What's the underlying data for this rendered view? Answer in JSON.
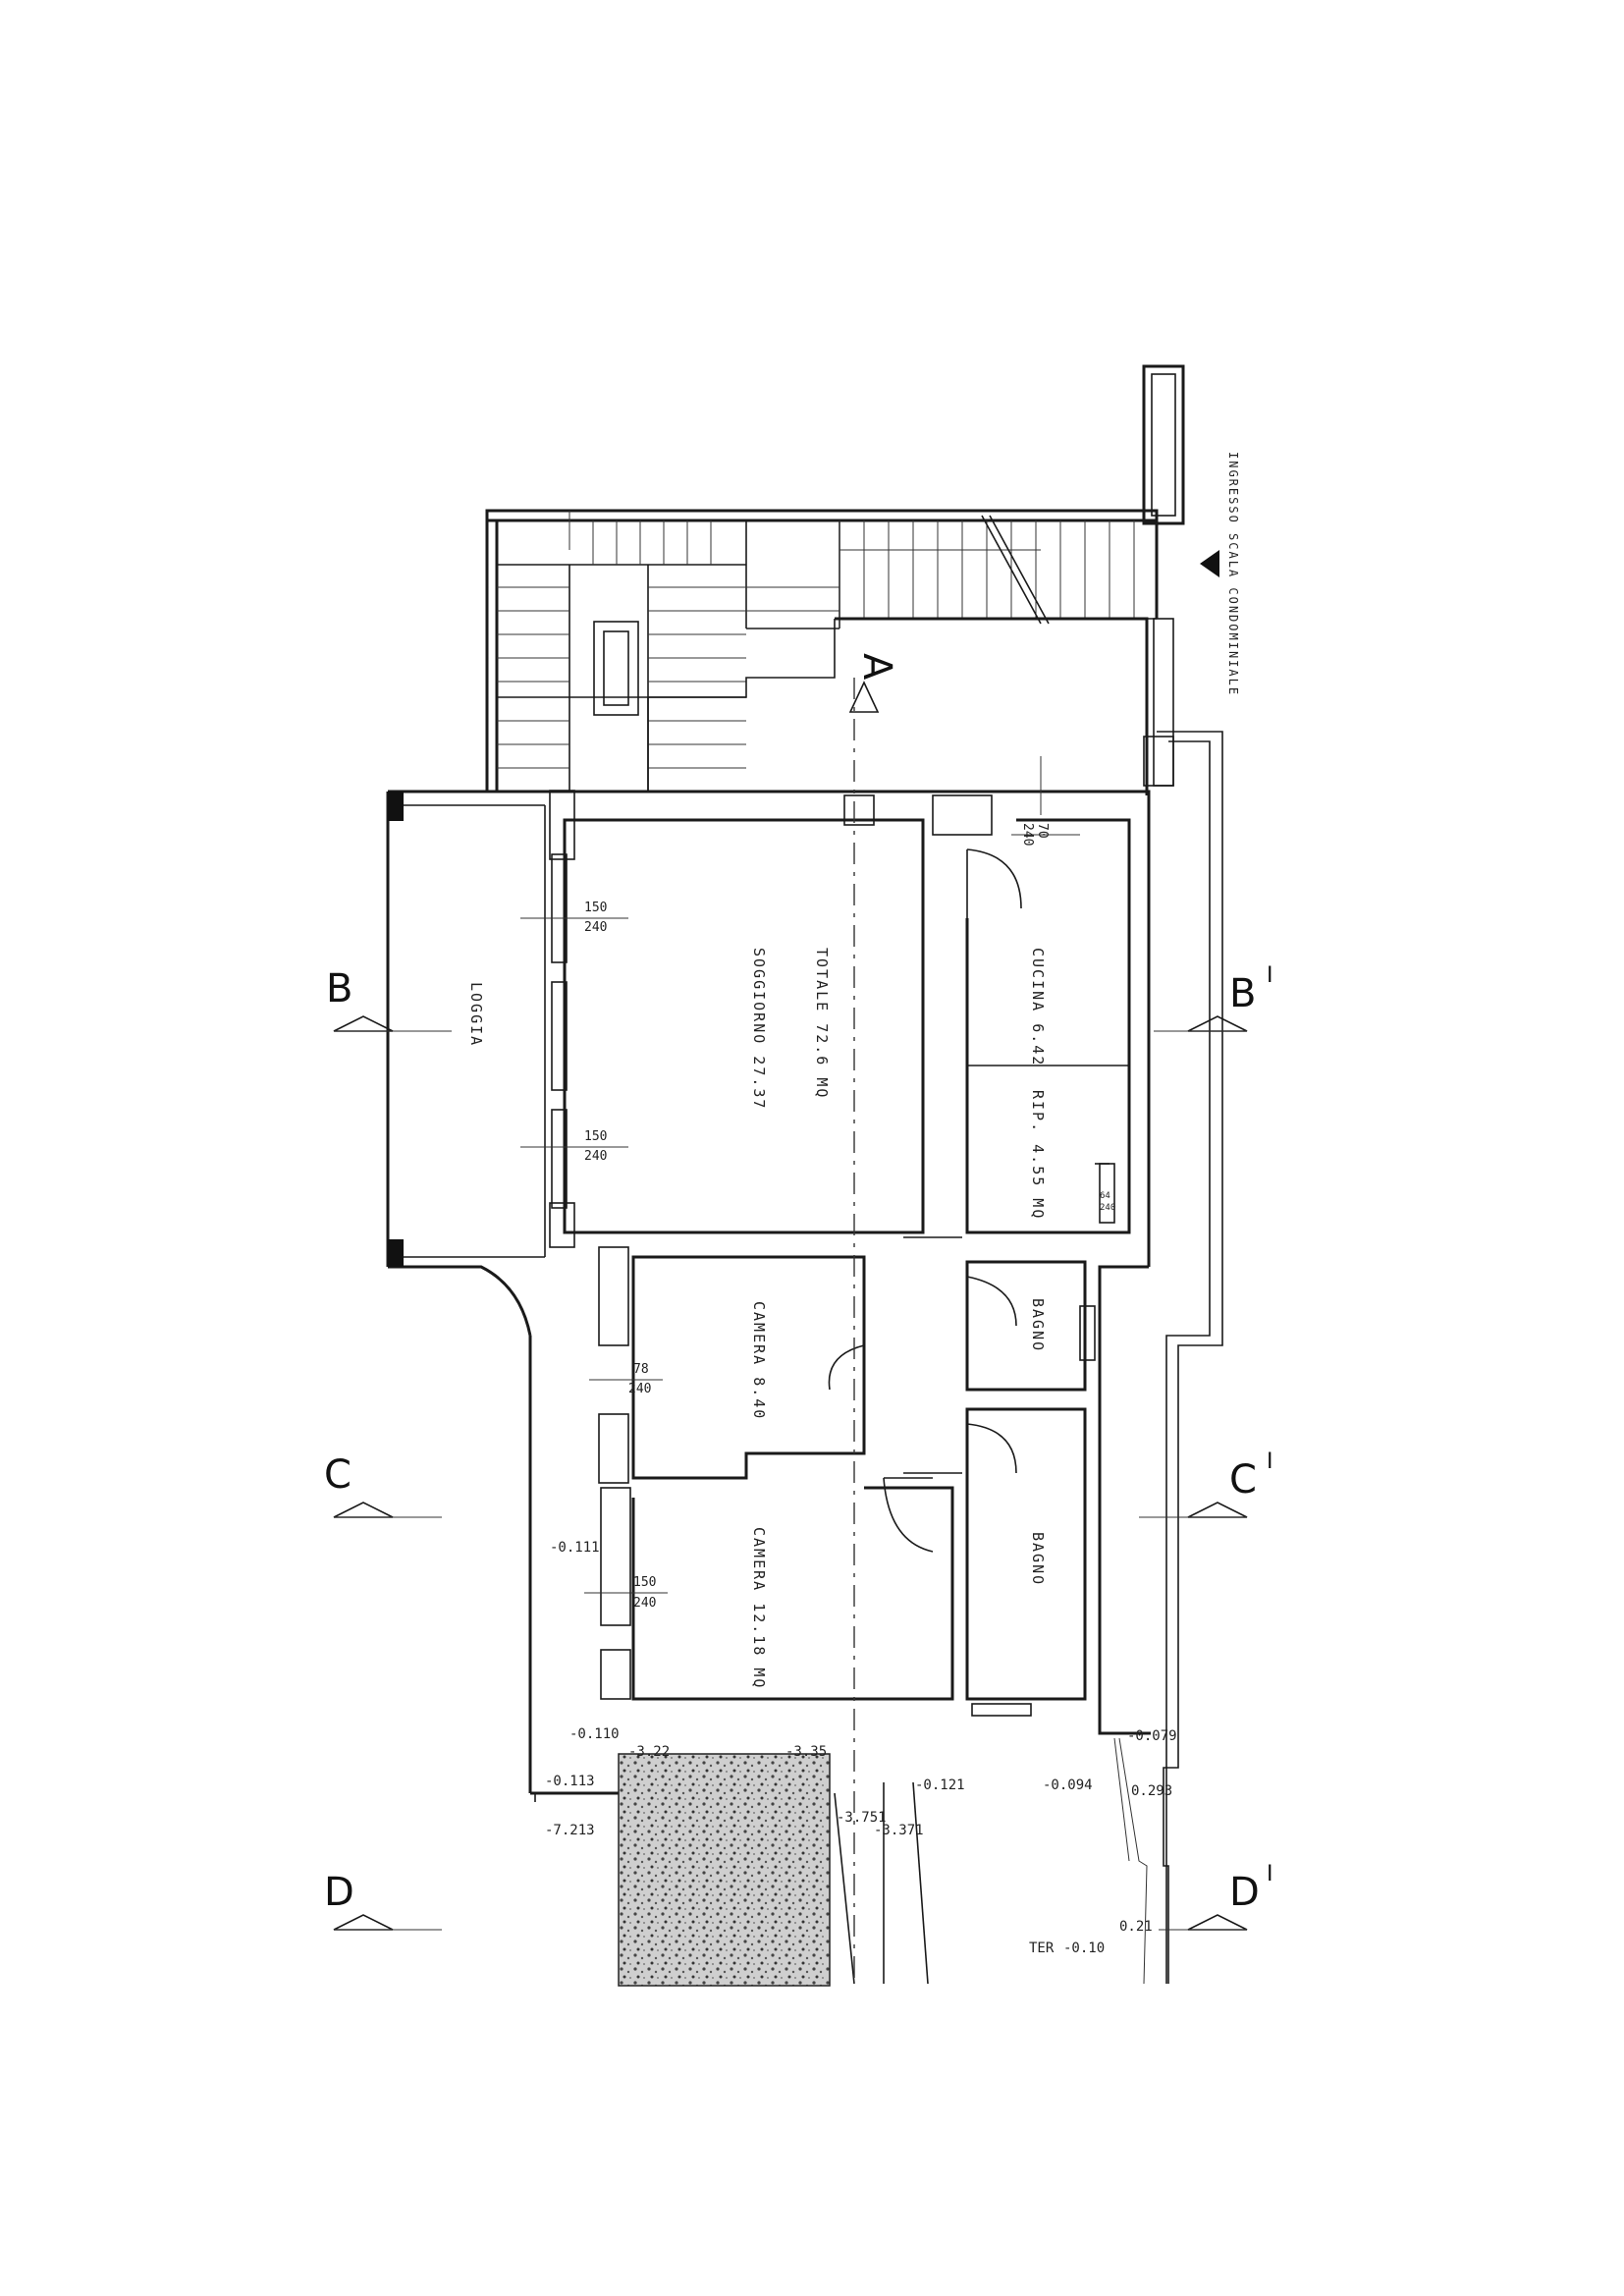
{
  "entrance": {
    "label": "INGRESSO SCALA CONDOMINIALE"
  },
  "sections": {
    "A": "A",
    "B": "B",
    "B_prime": "B",
    "B_mark": "I",
    "C": "C",
    "C_prime": "C",
    "C_mark": "I",
    "D": "D",
    "D_prime": "D",
    "D_mark": "I"
  },
  "rooms": {
    "loggia": "LOGGIA",
    "totale": "TOTALE 72.6 MQ",
    "soggiorno": "SOGGIORNO 27.37",
    "cucina": "CUCINA 6.42",
    "ripostiglio": "RIP. 4.55 MQ",
    "bagno_1": "BAGNO",
    "bagno_2": "BAGNO",
    "camera_1": "CAMERA 8.40",
    "camera_2": "CAMERA 12.18 MQ"
  },
  "openings": [
    {
      "top": "70",
      "bottom": "240"
    },
    {
      "top": "150",
      "bottom": "240"
    },
    {
      "top": "150",
      "bottom": "240"
    },
    {
      "top": "64",
      "bottom": "240"
    },
    {
      "top": "78",
      "bottom": "240"
    },
    {
      "top": "150",
      "bottom": "240"
    }
  ],
  "levels": {
    "l1": "-0.111",
    "l2": "-0.110",
    "l3": "-0.113",
    "l4": "-7.213",
    "l5": "-3.751",
    "l6": "-3.371",
    "l7": "-0.121",
    "l8": "-0.094",
    "l9": "0.293",
    "l10": "-0.079",
    "l11": "-0.10",
    "l12": "0.21",
    "l13": "TER",
    "l14": "-3.22",
    "l15": "-3.35"
  }
}
